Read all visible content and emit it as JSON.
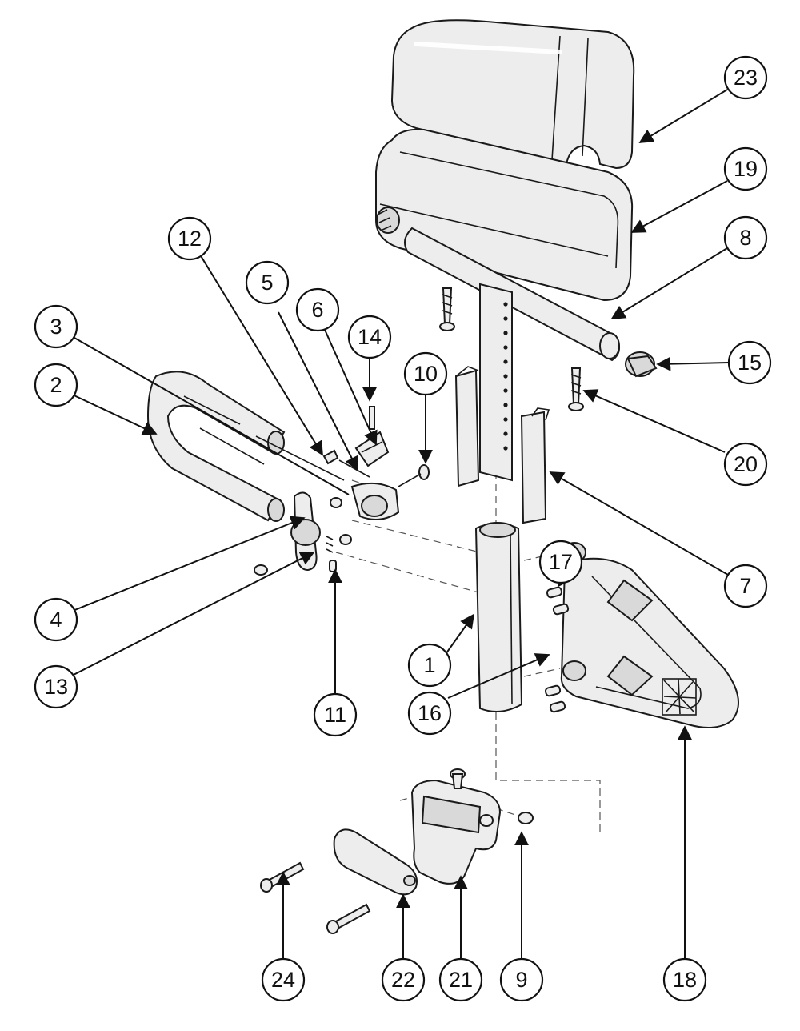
{
  "diagram": {
    "part_numbers": [
      "1",
      "2",
      "3",
      "4",
      "5",
      "6",
      "7",
      "8",
      "9",
      "10",
      "11",
      "12",
      "13",
      "14",
      "15",
      "16",
      "17",
      "18",
      "19",
      "20",
      "21",
      "22",
      "23",
      "24"
    ],
    "colors": {
      "line": "#1a1a1a",
      "fill": "#ededed",
      "background": "#ffffff"
    }
  }
}
